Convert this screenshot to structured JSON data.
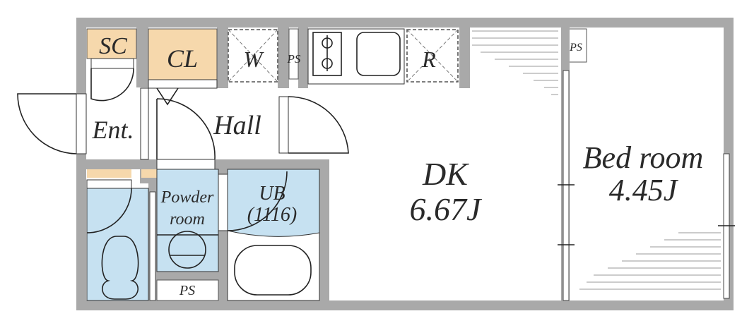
{
  "floor_plan": {
    "colors": {
      "wall": "#a9a9a9",
      "storage": "#f6d8ac",
      "wet_area": "#c6e1f1"
    },
    "rooms": {
      "shoe_closet": "SC",
      "closet": "CL",
      "washer": "W",
      "pipe_space_top": "PS",
      "refrigerator": "R",
      "pipe_space_bedroom": "PS",
      "entrance": "Ent.",
      "hall": "Hall",
      "dk": {
        "name": "DK",
        "size": "6.67J"
      },
      "bedroom": {
        "name": "Bed room",
        "size": "4.45J"
      },
      "powder_room": {
        "line1": "Powder",
        "line2": "room"
      },
      "unit_bath": {
        "name": "UB",
        "size": "(1116)"
      },
      "pipe_space_bottom": "PS"
    }
  }
}
